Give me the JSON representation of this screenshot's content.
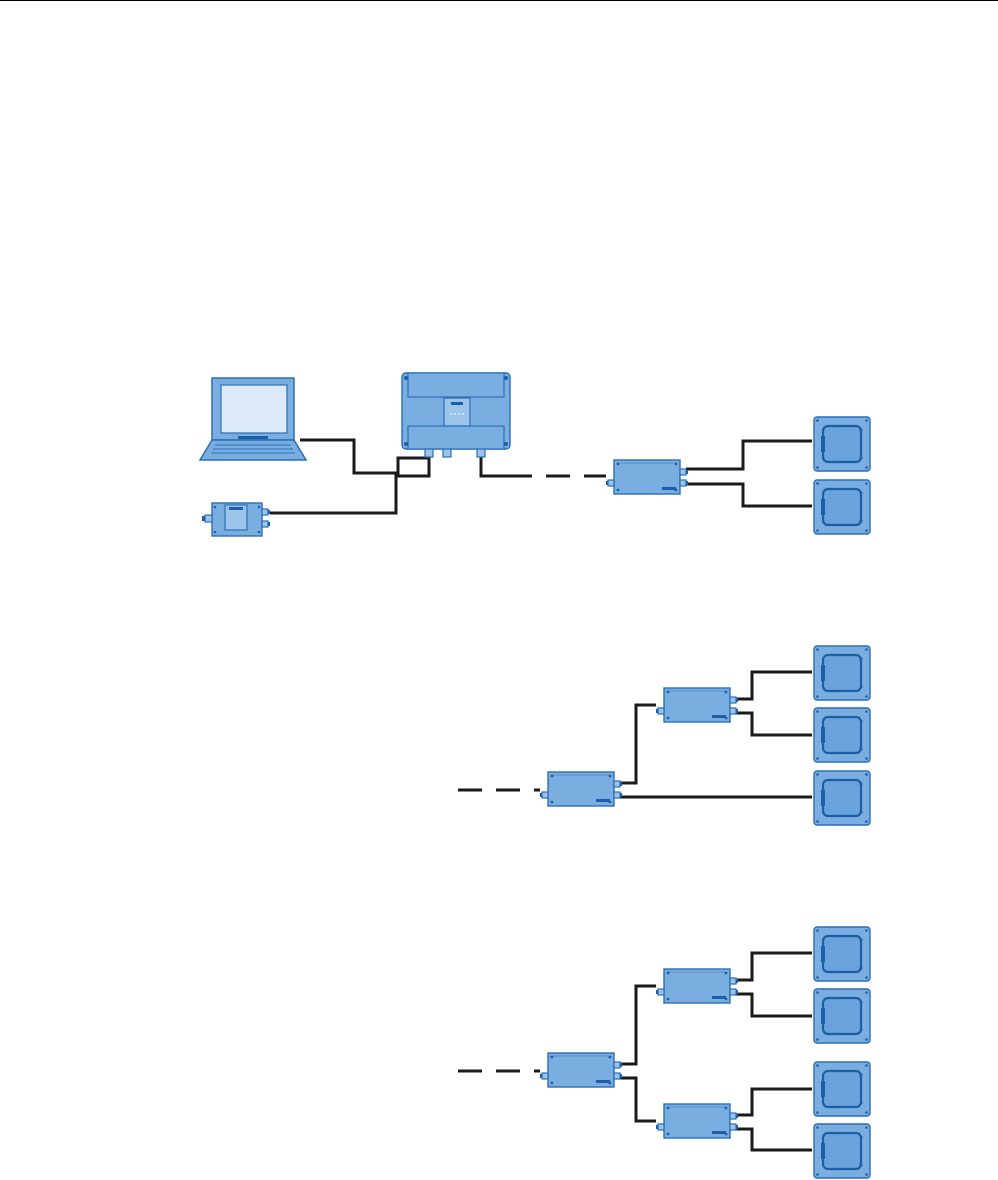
{
  "diagram": {
    "colors": {
      "device_fill": "#7aaee0",
      "device_outline": "#2a6fb5",
      "device_dark": "#1c5fa8",
      "screen": "#dceaf7",
      "cable": "#1a1a1a"
    },
    "icons": [
      "laptop-icon",
      "handheld-terminal-icon",
      "reader-controller-icon",
      "splitter-icon",
      "antenna-icon"
    ],
    "configurations": [
      {
        "name": "config-1",
        "splitters": 1,
        "antennas": 2
      },
      {
        "name": "config-2",
        "splitters": 2,
        "antennas": 3
      },
      {
        "name": "config-3",
        "splitters": 3,
        "antennas": 4
      }
    ]
  }
}
